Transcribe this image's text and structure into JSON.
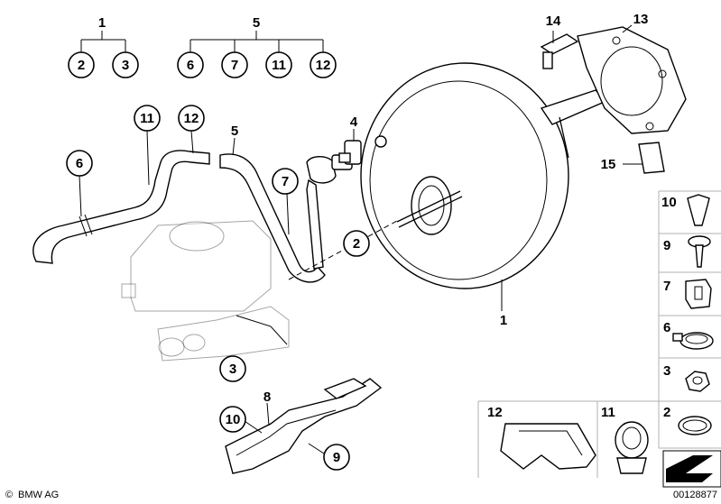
{
  "groups": [
    {
      "label": "1",
      "items": [
        "2",
        "3"
      ]
    },
    {
      "label": "5",
      "items": [
        "6",
        "7",
        "11",
        "12"
      ]
    }
  ],
  "callouts": {
    "c1": "1",
    "c2": "2",
    "c3": "3",
    "c4": "4",
    "c5": "5",
    "c6": "6",
    "c7": "7",
    "c8": "8",
    "c9": "9",
    "c10": "10",
    "c11": "11",
    "c12": "12",
    "c13": "13",
    "c14": "14",
    "c15": "15"
  },
  "sidebar_parts": [
    "10",
    "9",
    "7",
    "6",
    "3",
    "2"
  ],
  "bottom_parts": [
    "12",
    "11"
  ],
  "footer": {
    "brand": "BMW AG",
    "copyright_symbol": "©",
    "diagram_id": "00128877"
  }
}
